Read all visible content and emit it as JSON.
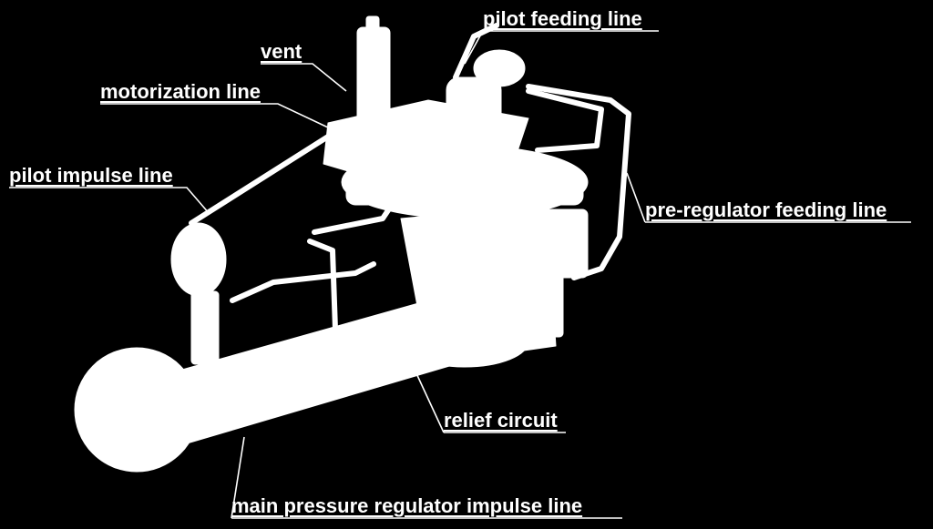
{
  "labels": {
    "pilot_feeding_line": "pilot feeding line",
    "vent": "vent",
    "motorization_line": "motorization line",
    "pilot_impulse_line": "pilot impulse line",
    "pre_regulator_feeding_line": "pre-regulator feeding line",
    "relief_circuit": "relief circuit",
    "main_pressure_regulator_impulse_line": "main pressure regulator impulse line"
  },
  "colors": {
    "background": "#000000",
    "foreground": "#ffffff"
  }
}
